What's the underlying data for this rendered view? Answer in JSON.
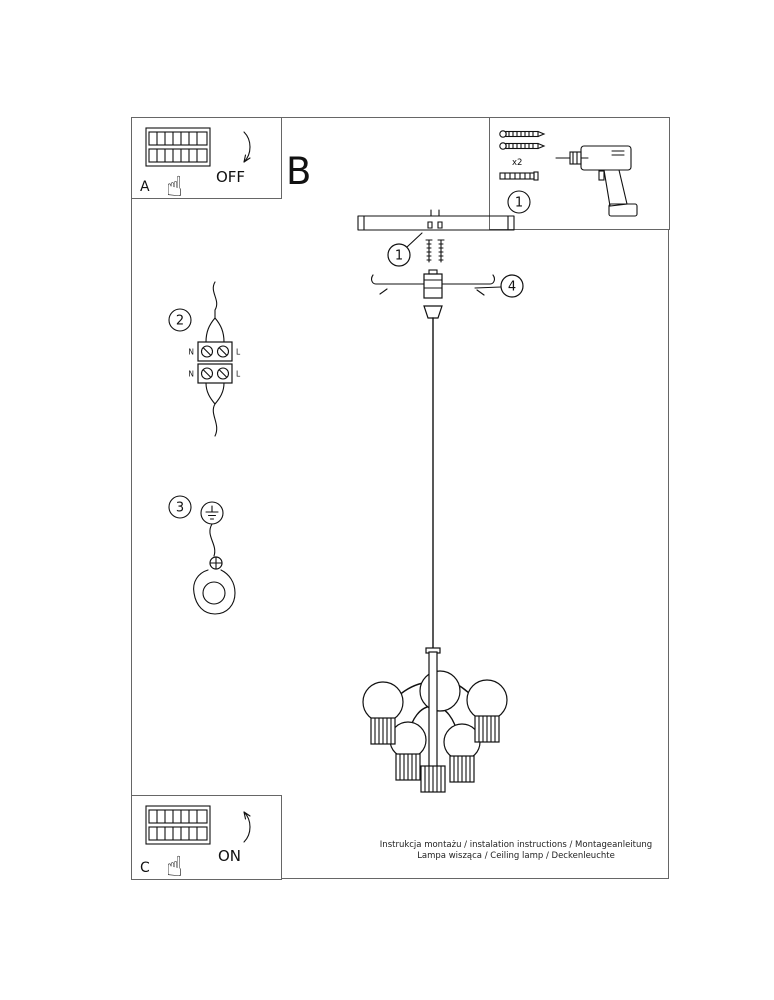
{
  "panels": {
    "a": {
      "label": "A",
      "state": "OFF"
    },
    "c": {
      "label": "C",
      "state": "ON"
    }
  },
  "section_b": {
    "label": "B"
  },
  "parts_box": {
    "step": "1",
    "quantity": "x2"
  },
  "steps": {
    "one": "1",
    "two": "2",
    "three": "3",
    "four": "4"
  },
  "wiring": {
    "neutral": "N",
    "live": "L"
  },
  "icons": {
    "hand": "☝"
  },
  "footer": {
    "line1": "Instrukcja montażu / instalation instructions / Montageanleitung",
    "line2": "Lampa wisząca / Ceiling lamp / Deckenleuchte"
  },
  "colors": {
    "line": "#111111",
    "frame": "#666666",
    "background": "#ffffff"
  }
}
